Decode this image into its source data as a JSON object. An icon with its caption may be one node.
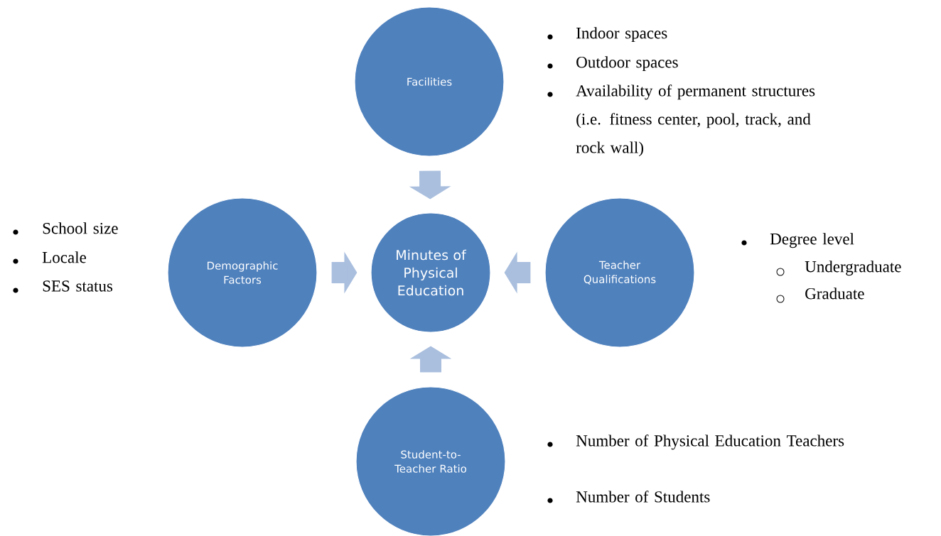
{
  "diagram": {
    "nodes": [
      {
        "text": [
          "Facilities"
        ],
        "beside": [
          "Indoor spaces",
          "Outdoor spaces",
          "Availability of permanent structures (i.e. fitness center, pool, track, and rock wall)"
        ]
      },
      {
        "text": [
          "Demographic Factors"
        ],
        "beside": [
          "School size",
          "Locale",
          "SES status"
        ]
      },
      {
        "text": [
          "Minutes of Physical Education"
        ]
      },
      {
        "text": [
          "Teacher Qualifications"
        ],
        "beside": [
          "Degree level",
          "Undergraduate",
          "Graduate"
        ]
      },
      {
        "text": [
          "Student-to-Teacher Ratio"
        ],
        "beside": [
          "Number of Physical Education Teachers",
          "Number of Students"
        ]
      }
    ],
    "edges": [
      {
        "from": 0,
        "to": 2,
        "arrow": "to"
      },
      {
        "from": 1,
        "to": 2,
        "arrow": "to"
      },
      {
        "from": 3,
        "to": 2,
        "arrow": "to"
      },
      {
        "from": 4,
        "to": 2,
        "arrow": "to"
      }
    ]
  }
}
